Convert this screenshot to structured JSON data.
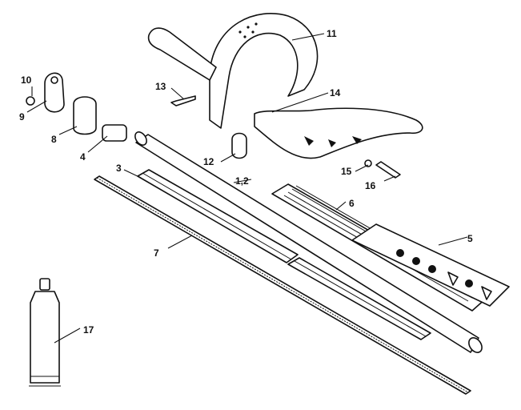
{
  "callouts": {
    "c11": "11",
    "c13": "13",
    "c14": "14",
    "c10": "10",
    "c9": "9",
    "c8": "8",
    "c4": "4",
    "c12": "12",
    "c3": "3",
    "c12b": "1,2",
    "c15": "15",
    "c16": "16",
    "c6": "6",
    "c5": "5",
    "c7": "7",
    "c17": "17"
  },
  "colors": {
    "ink": "#111111",
    "background": "#ffffff"
  }
}
